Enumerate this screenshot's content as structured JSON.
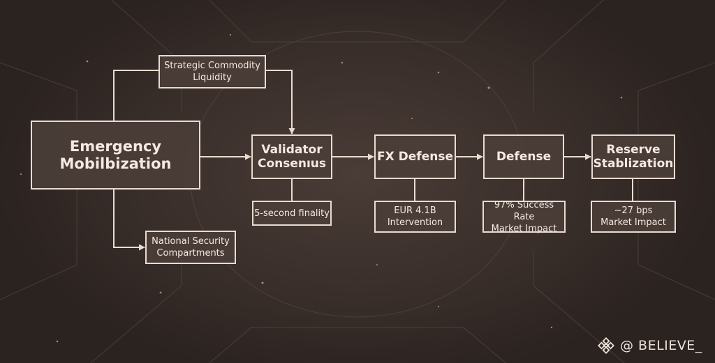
{
  "diagram": {
    "nodes": {
      "emergency": "Emergency\nMobilbization",
      "strategic": "Strategic Commodity\nLiquidity",
      "national": "National Security\nCompartments",
      "validator": "Validator\nConsenıus",
      "fx": "FX Defense",
      "defense": "Defense",
      "reserve": "Reserve\nStablization",
      "finality": "5-second finality",
      "eur": "EUR 4.1B\nIntervention",
      "success": "97% Success Rate\nMarket Impact",
      "bps": "~27 bps\nMarket Impact"
    }
  },
  "watermark": {
    "text": "@ BELIEVE_",
    "icon": "binance-diamond-icon"
  },
  "colors": {
    "background": "#3a2f2b",
    "node_fill": "#4b3e38",
    "line": "#eadbd1",
    "text": "#f5e9e2"
  }
}
